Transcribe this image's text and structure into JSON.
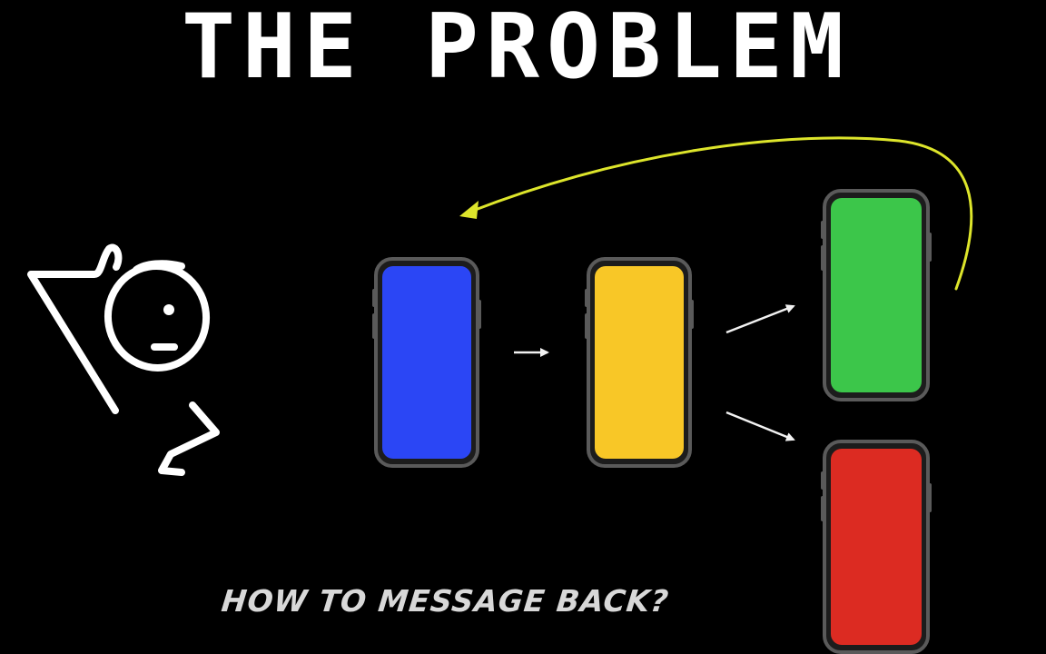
{
  "slide": {
    "title": "THE PROBLEM",
    "caption": "HOW TO MESSAGE BACK?"
  },
  "phones": [
    {
      "name": "phone-blue",
      "screen_color": "#2b46f5"
    },
    {
      "name": "phone-yellow",
      "screen_color": "#f8c727"
    },
    {
      "name": "phone-green",
      "screen_color": "#3cc64a"
    },
    {
      "name": "phone-red",
      "screen_color": "#dc2b22"
    }
  ],
  "colors": {
    "background": "#000000",
    "text": "#ffffff",
    "caption_text": "#d8d8d8",
    "phone_frame": "#5a5a5a",
    "arrow": "#f2f2f2",
    "return_arrow": "#dde52b"
  },
  "icons": [
    "confused-stick-figure-icon",
    "right-arrow-icon",
    "curved-return-arrow-icon"
  ]
}
